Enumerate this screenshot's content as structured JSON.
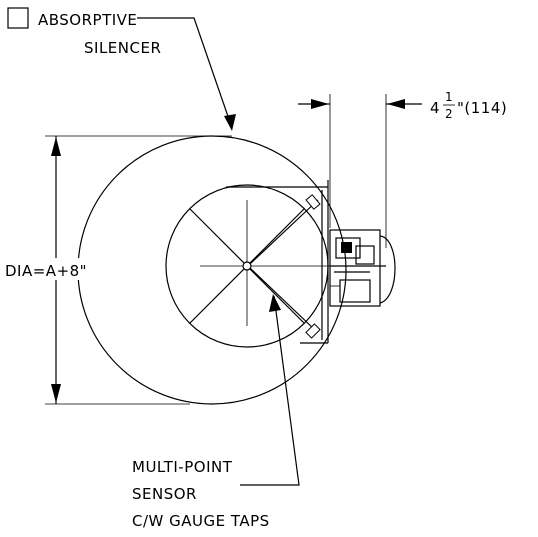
{
  "labels": {
    "silencer_line1": "ABSORPTIVE",
    "silencer_line2": "SILENCER",
    "dia": "DIA=A+8\"",
    "width_whole": "4",
    "width_num": "1",
    "width_den": "2",
    "width_rest": "\"(114)",
    "sensor_line1": "MULTI-POINT",
    "sensor_line2": "SENSOR",
    "sensor_line3": "C/W GAUGE TAPS"
  }
}
